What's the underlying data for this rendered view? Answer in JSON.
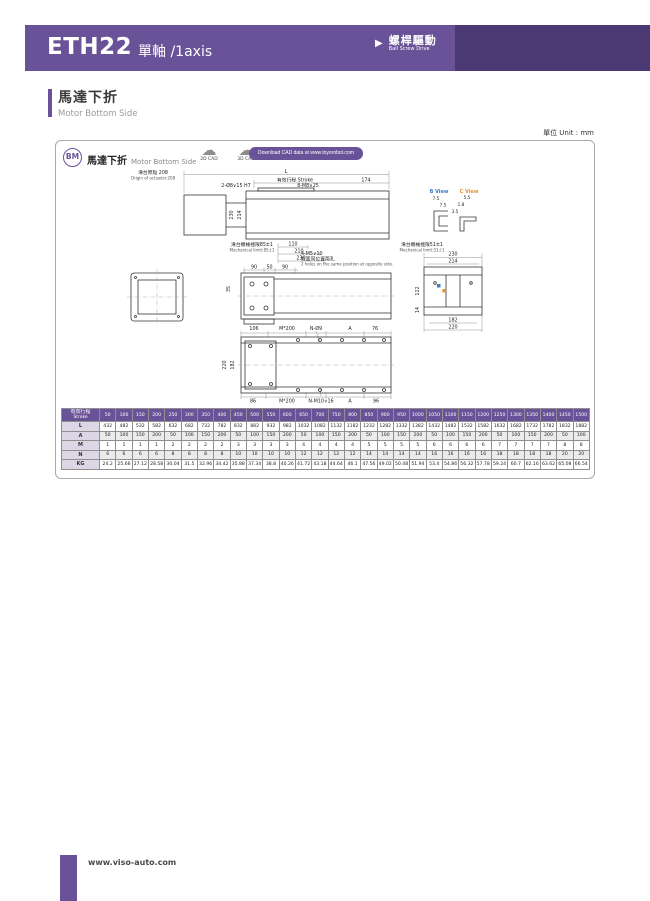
{
  "header": {
    "model": "ETH22",
    "subtitle": "單軸 /1axis",
    "drive_type_cn": "螺桿驅動",
    "drive_type_en": "Ball Screw Drive",
    "arrow_icon": "▶"
  },
  "section": {
    "title_cn": "馬達下折",
    "title_en": "Motor Bottom Side"
  },
  "unit_label": "單位 Unit : mm",
  "panel": {
    "badge": "BM",
    "title_cn": "馬達下折",
    "title_en": "Motor Bottom Side",
    "cloud_icon": "☁",
    "cad_2d": "2D CAD",
    "cad_3d": "3D CAD",
    "download_label": "Download CAD data at www.toyorobot.com"
  },
  "drawing": {
    "dim_L": "L",
    "origin_cn": "滑台原點 208",
    "origin_en": "Origin of actuator:208",
    "stroke_label": "有效行程 Stroke",
    "d174": "174",
    "holes_a": "2-Ø8∨15 H7",
    "holes_b": "8-M8∨25",
    "d230a": "230",
    "d214a": "214",
    "mech85_cn": "滑台機械極限85±1",
    "mech85_en": "Mechanical limit:85±1",
    "mech51_cn": "滑台機械極限51±1",
    "mech51_en": "Mechanical limit:51±1",
    "d110": "110",
    "d210": "210",
    "d230b": "230",
    "b_view": "B View",
    "c_view": "C View",
    "d75a": "7.5",
    "d75b": "7.5",
    "d55": "5.5",
    "d18": "1.8",
    "d35s": "3.5",
    "note_m5": "4-M5∨10",
    "note_m5_cn": "對面同位置兩孔",
    "note_m5_en": "2 holes on the same position at opposite side.",
    "d90a": "90",
    "d50": "50",
    "d90b": "90",
    "d35": "35",
    "d230c": "230",
    "d214b": "214",
    "d122": "122",
    "d14": "14",
    "d182a": "182",
    "d220a": "220",
    "d106": "106",
    "m200a": "M*200",
    "n_dia9": "N-Ø9",
    "dA1": "A",
    "d76": "76",
    "d220b": "220",
    "d182b": "182",
    "d86": "86",
    "m200b": "M*200",
    "n_m10": "N-M10∨16",
    "dA2": "A",
    "d96": "96",
    "colors": {
      "b_view": "#3D7DC4",
      "c_view": "#E8922E"
    }
  },
  "table": {
    "stroke_label_cn": "有效行程",
    "stroke_label_en": "Stroke",
    "strokes": [
      50,
      100,
      150,
      200,
      250,
      300,
      350,
      400,
      450,
      500,
      550,
      600,
      650,
      700,
      750,
      800,
      850,
      900,
      950,
      1000,
      1050,
      1100,
      1150,
      1200,
      1250,
      1300,
      1350,
      1400,
      1450,
      1500
    ],
    "rows": [
      {
        "label": "L",
        "values": [
          432,
          482,
          532,
          582,
          632,
          682,
          732,
          782,
          832,
          882,
          932,
          982,
          1032,
          1082,
          1132,
          1182,
          1232,
          1282,
          1332,
          1382,
          1432,
          1482,
          1532,
          1582,
          1632,
          1682,
          1732,
          1782,
          1832,
          1882
        ]
      },
      {
        "label": "A",
        "values": [
          50,
          100,
          150,
          200,
          50,
          100,
          150,
          200,
          50,
          100,
          150,
          200,
          50,
          100,
          150,
          200,
          50,
          100,
          150,
          200,
          50,
          100,
          150,
          200,
          50,
          100,
          150,
          200,
          50,
          100
        ]
      },
      {
        "label": "M",
        "values": [
          1,
          1,
          1,
          1,
          2,
          2,
          2,
          2,
          3,
          3,
          3,
          3,
          4,
          4,
          4,
          4,
          5,
          5,
          5,
          5,
          6,
          6,
          6,
          6,
          7,
          7,
          7,
          7,
          8,
          8
        ]
      },
      {
        "label": "N",
        "values": [
          6,
          6,
          6,
          6,
          8,
          8,
          8,
          8,
          10,
          10,
          10,
          10,
          12,
          12,
          12,
          12,
          14,
          14,
          14,
          14,
          16,
          16,
          16,
          16,
          18,
          18,
          18,
          18,
          20,
          20
        ]
      },
      {
        "label": "KG",
        "values": [
          "24.2",
          "25.66",
          "27.12",
          "28.58",
          "30.04",
          "31.5",
          "32.96",
          "34.42",
          "35.88",
          "37.34",
          "38.8",
          "40.26",
          "41.72",
          "43.18",
          "44.64",
          "46.1",
          "47.56",
          "49.02",
          "50.48",
          "51.94",
          "53.4",
          "54.86",
          "56.32",
          "57.78",
          "59.24",
          "60.7",
          "62.16",
          "63.62",
          "65.08",
          "66.54"
        ]
      }
    ]
  },
  "footer": {
    "url": "www.viso-auto.com"
  },
  "brand_colors": {
    "purple": "#6A5299",
    "dark_purple": "#4B3973"
  }
}
